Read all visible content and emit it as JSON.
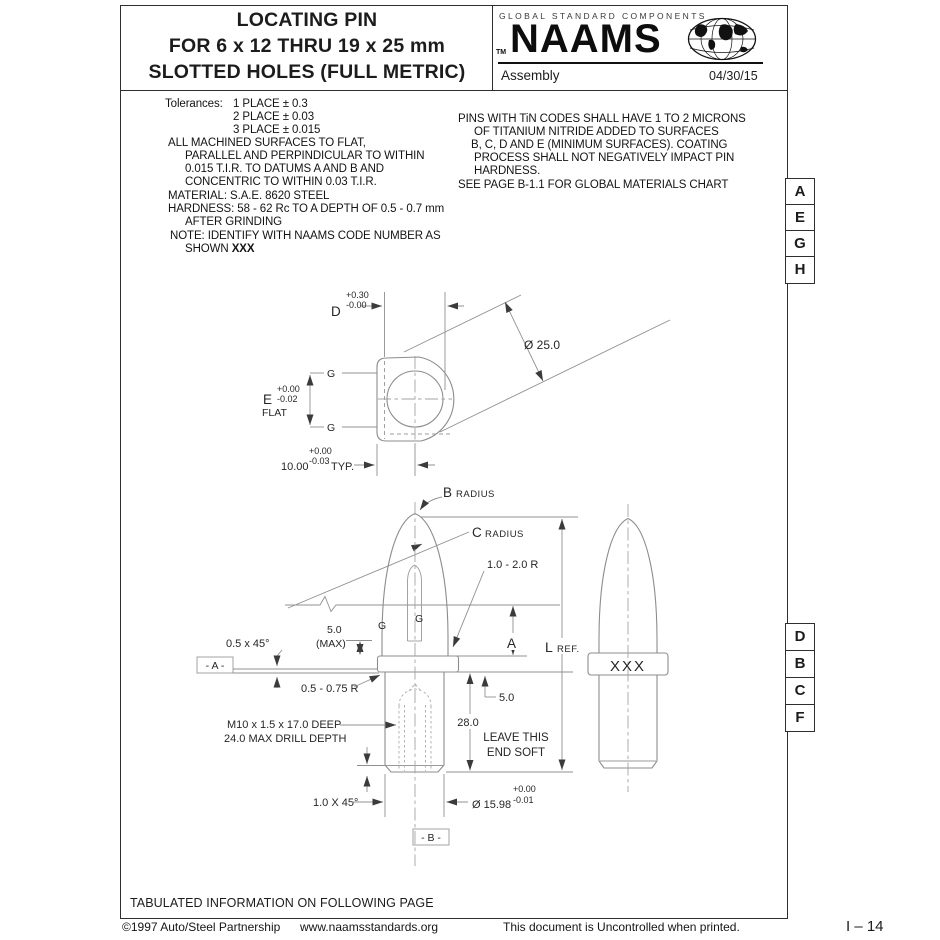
{
  "title_block": {
    "line1": "LOCATING PIN",
    "line2": "FOR 6 x 12 THRU 19 x 25 mm",
    "line3": "SLOTTED HOLES (FULL METRIC)"
  },
  "brand": {
    "tagline": "GLOBAL STANDARD COMPONENTS",
    "tm": "TM",
    "name": "NAAMS",
    "globe_icon": "globe-icon",
    "subtitle": "Assembly",
    "date": "04/30/15"
  },
  "notes_left": {
    "label": "Tolerances:",
    "tol_lines": [
      "1 PLACE ± 0.3",
      "2 PLACE ± 0.03",
      "3 PLACE ± 0.015"
    ],
    "body": [
      "ALL MACHINED SURFACES TO FLAT,",
      "PARALLEL AND PERPINDICULAR TO WITHIN",
      "0.015 T.I.R. TO DATUMS A AND B AND",
      "CONCENTRIC TO WITHIN 0.03 T.I.R.",
      "MATERIAL: S.A.E. 8620 STEEL",
      "HARDNESS: 58 - 62 Rc TO A DEPTH OF 0.5 - 0.7 mm",
      "AFTER GRINDING"
    ],
    "note_line": "NOTE: IDENTIFY WITH NAAMS CODE NUMBER AS",
    "shown": "SHOWN",
    "code": "XXX"
  },
  "notes_right": {
    "lines": [
      "PINS WITH TiN CODES SHALL HAVE 1 TO 2 MICRONS",
      "OF TITANIUM NITRIDE ADDED TO SURFACES",
      "B, C, D AND E (MINIMUM SURFACES). COATING",
      "PROCESS SHALL NOT NEGATIVELY IMPACT PIN",
      "HARDNESS.",
      "SEE PAGE B-1.1 FOR GLOBAL MATERIALS CHART"
    ]
  },
  "zone_letters_top": [
    "A",
    "E",
    "G",
    "H"
  ],
  "zone_letters_bottom": [
    "D",
    "B",
    "C",
    "F"
  ],
  "drawing": {
    "d": "D",
    "d_tol_plus": "+0.30",
    "d_tol_minus": "-0.00",
    "dia25": "Ø 25.0",
    "g": "G",
    "e": "E",
    "e_tol_plus": "+0.00",
    "e_tol_minus": "-0.02",
    "e_flat": "FLAT",
    "dim10": "10.00",
    "dim10_tol_plus": "+0.00",
    "dim10_tol_minus": "-0.03",
    "dim10_typ": "TYP.",
    "b_letter": "B",
    "c_letter": "C",
    "radius_word": "RADIUS",
    "r_range": "1.0 - 2.0 R",
    "max5_val": "5.0",
    "max5_max": "(MAX)",
    "chamfer_top": "0.5 x 45°",
    "datum_a": "- A -",
    "fillet_r": "0.5 - 0.75 R",
    "thread_line1": "M10 x 1.5 x 17.0 DEEP",
    "thread_line2": "24.0 MAX DRILL DEPTH",
    "a_dim": "A",
    "l_letter": "L",
    "ref_word": "REF.",
    "dim5": "5.0",
    "dim28": "28.0",
    "soft_line1": "LEAVE THIS",
    "soft_line2": "END SOFT",
    "chamfer_bottom": "1.0 X 45°",
    "dia1598": "Ø 15.98",
    "dia1598_tol_plus": "+0.00",
    "dia1598_tol_minus": "-0.01",
    "datum_b": "- B -",
    "code_marking": "XXX"
  },
  "footer": {
    "tabulated": "TABULATED INFORMATION ON FOLLOWING PAGE",
    "copyright": "©1997 Auto/Steel Partnership",
    "url": "www.naamsstandards.org",
    "uncontrolled": "This document is Uncontrolled when printed.",
    "page": "I – 14"
  }
}
